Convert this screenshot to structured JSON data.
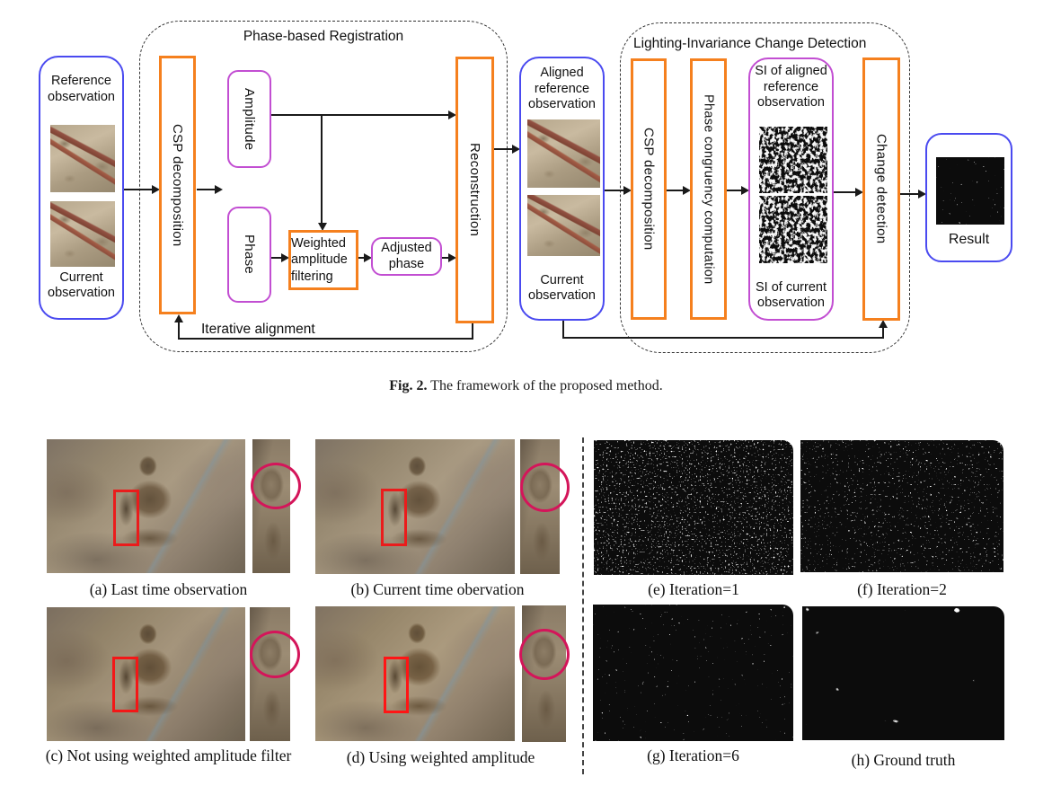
{
  "fig2": {
    "groups": {
      "registration_title": "Phase-based Registration",
      "detection_title": "Lighting-Invariance Change Detection"
    },
    "input_box": {
      "top": "Reference observation",
      "bottom": "Current observation"
    },
    "nodes": {
      "csp1": "CSP decomposition",
      "amplitude": "Amplitude",
      "phase": "Phase",
      "weighted_filter": "Weighted amplitude filtering",
      "adjusted_phase": "Adjusted phase",
      "reconstruction": "Reconstruction",
      "csp2": "CSP decomposition",
      "phase_congruency": "Phase congruency computation",
      "change_detection": "Change detection"
    },
    "aligned_box": {
      "top": "Aligned reference observation",
      "bottom": "Current observation"
    },
    "si_box": {
      "top": "SI of aligned reference observation",
      "bottom": "SI of current observation"
    },
    "result_box": {
      "label": "Result"
    },
    "feedback_label": "Iterative alignment",
    "caption": {
      "label": "Fig. 2.",
      "text": " The framework of the proposed method."
    }
  },
  "fig3": {
    "panels": [
      {
        "id": "a",
        "caption": "(a) Last time observation"
      },
      {
        "id": "b",
        "caption": "(b) Current time obervation"
      },
      {
        "id": "c",
        "caption": "(c) Not using weighted amplitude filter"
      },
      {
        "id": "d",
        "caption": "(d) Using weighted amplitude"
      },
      {
        "id": "e",
        "caption": "(e) Iteration=1"
      },
      {
        "id": "f",
        "caption": "(f) Iteration=2"
      },
      {
        "id": "g",
        "caption": "(g) Iteration=6"
      },
      {
        "id": "h",
        "caption": "(h) Ground truth"
      }
    ]
  },
  "colors": {
    "process_box_orange": "#f5801e",
    "data_box_purple": "#c24ed2",
    "io_box_blue": "#4a4af0",
    "annotation_red": "#ea1c1c",
    "annotation_crimson": "#d4155a",
    "line": "#1a1a1a"
  }
}
